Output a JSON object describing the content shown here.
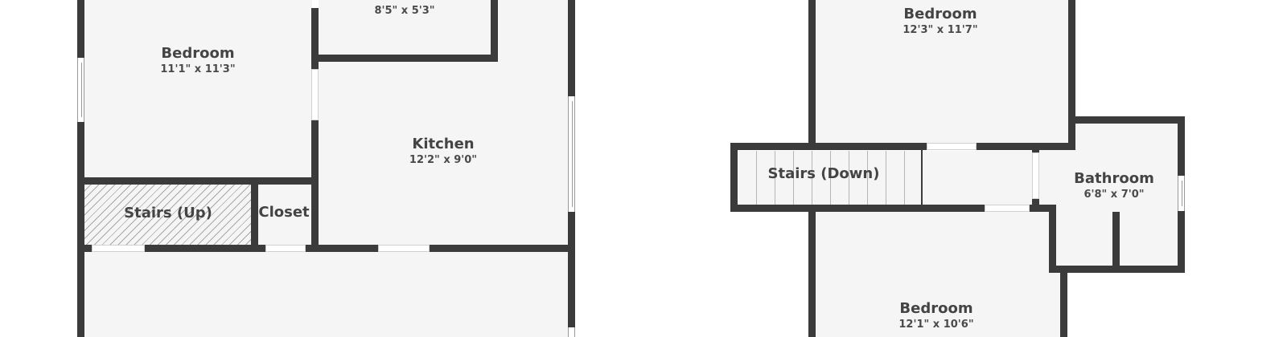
{
  "floor_plan": {
    "colors": {
      "wall": "#3b3b3b",
      "floor": "#f5f5f5",
      "background": "#ffffff",
      "text": "#444444"
    },
    "left_floor": {
      "rooms": [
        {
          "id": "bedroom",
          "name": "Bedroom",
          "dims": "11'1\" x 11'3\""
        },
        {
          "id": "unnamed-top",
          "name": "",
          "dims": "8'5\" x 5'3\""
        },
        {
          "id": "kitchen",
          "name": "Kitchen",
          "dims": "12'2\" x 9'0\""
        },
        {
          "id": "stairs-up",
          "name": "Stairs (Up)",
          "dims": ""
        },
        {
          "id": "closet",
          "name": "Closet",
          "dims": ""
        },
        {
          "id": "lower-room",
          "name": "",
          "dims": ""
        }
      ]
    },
    "right_floor": {
      "rooms": [
        {
          "id": "bedroom-top",
          "name": "Bedroom",
          "dims": "12'3\" x 11'7\""
        },
        {
          "id": "stairs-down",
          "name": "Stairs (Down)",
          "dims": ""
        },
        {
          "id": "hallway",
          "name": "",
          "dims": ""
        },
        {
          "id": "bathroom",
          "name": "Bathroom",
          "dims": "6'8\" x 7'0\""
        },
        {
          "id": "bedroom-bottom",
          "name": "Bedroom",
          "dims": "12'1\" x 10'6\""
        }
      ]
    }
  }
}
